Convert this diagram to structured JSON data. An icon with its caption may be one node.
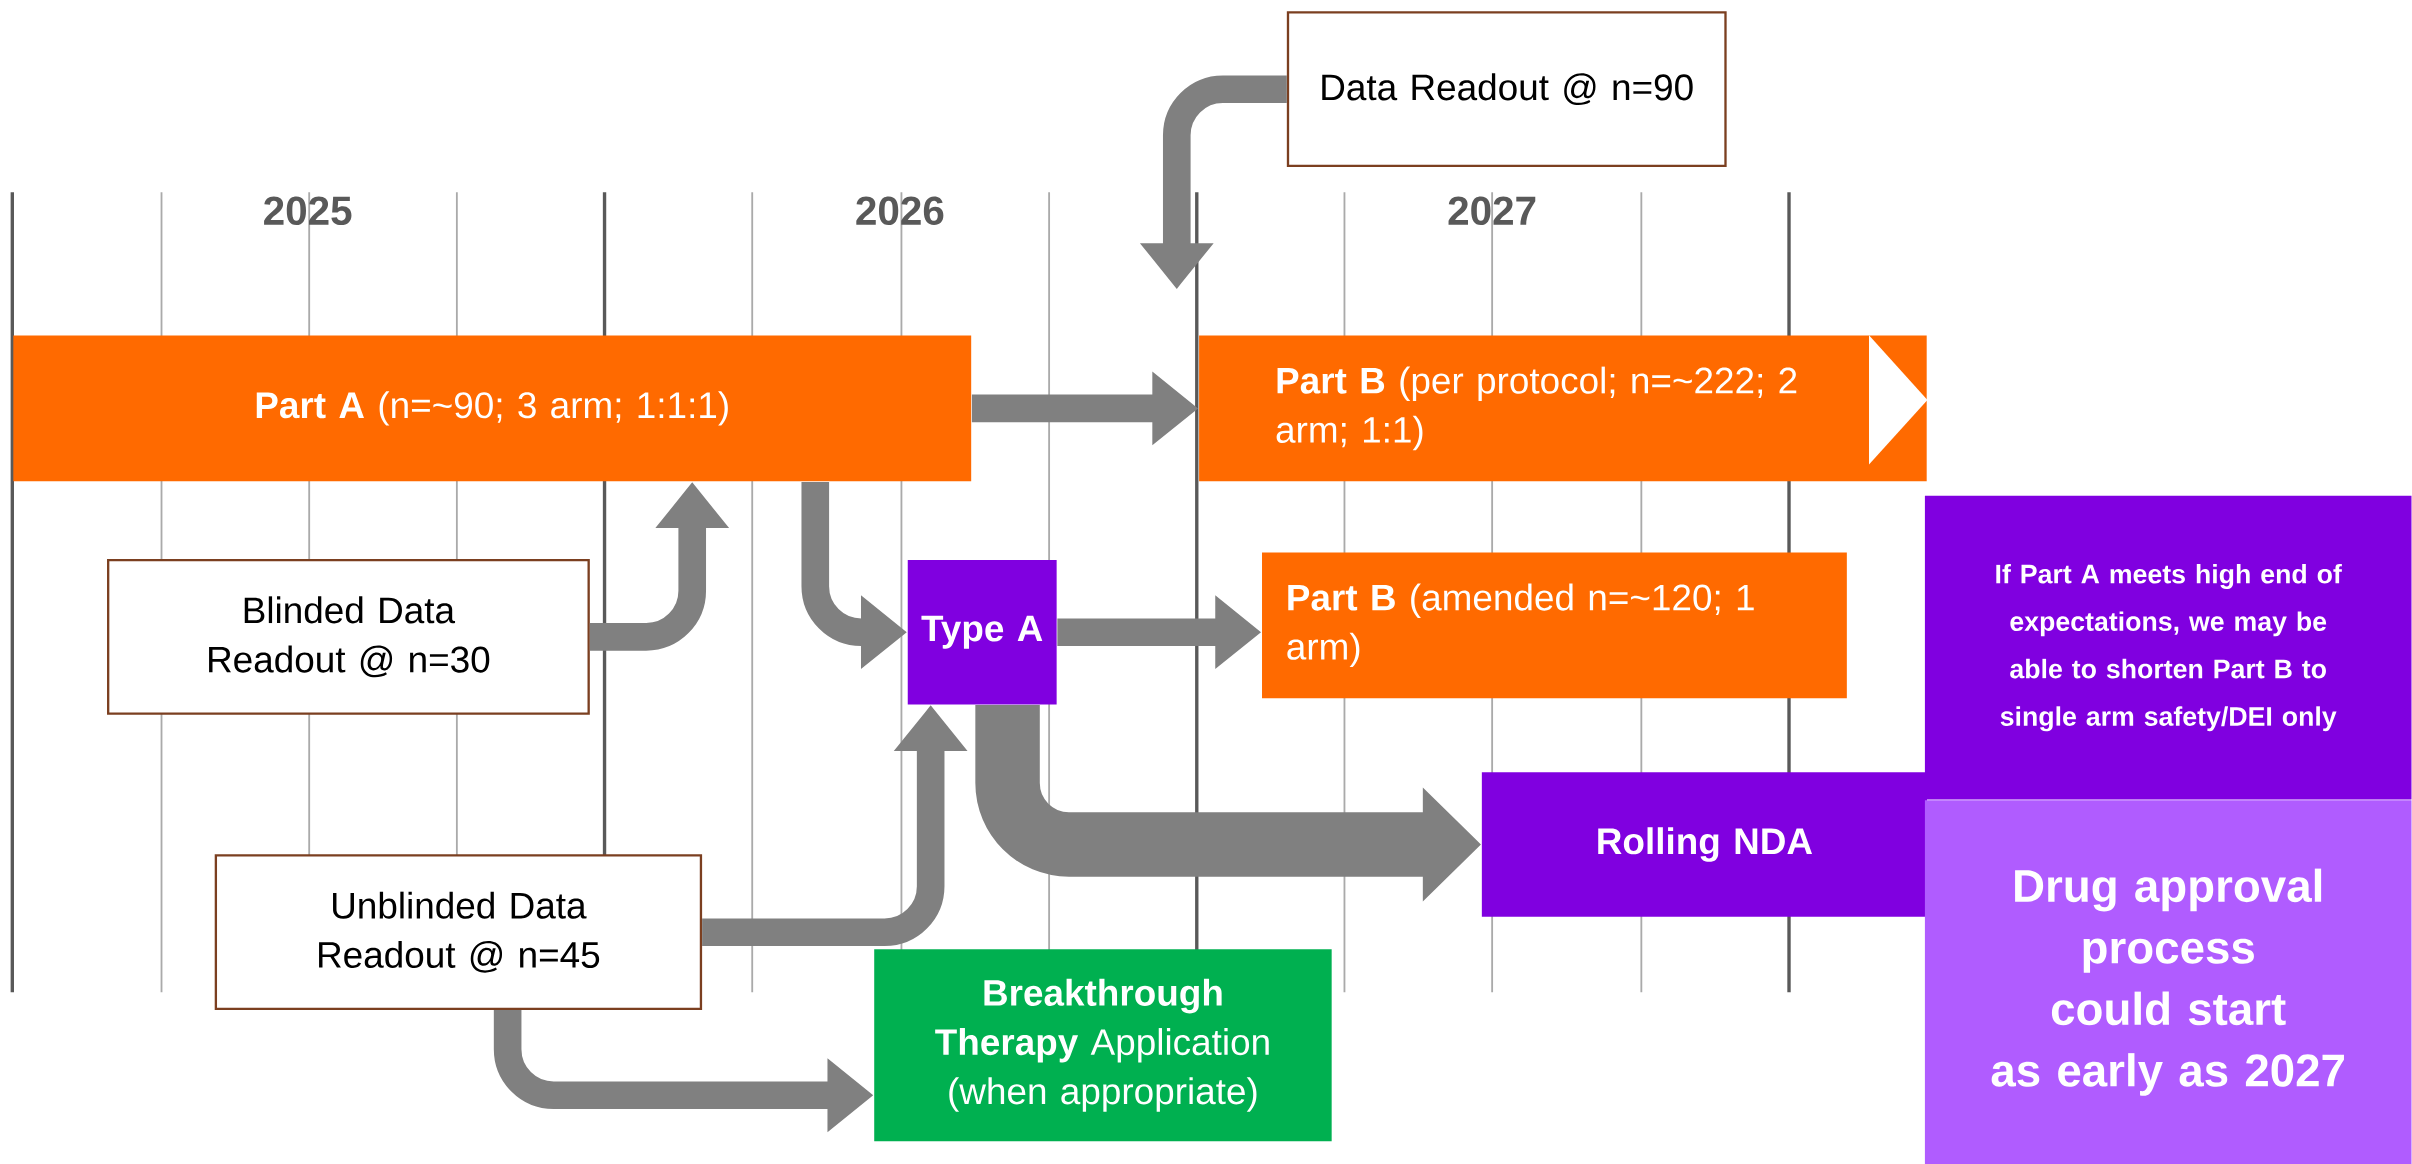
{
  "diagram": {
    "nodes": [
      {
        "text": [
          "**Part A** (n=~90; 3 arm; 1:1:1)"
        ]
      },
      {
        "text": [
          "**Part B** (per protocol; n=~222; 2 arm; 1:1)"
        ]
      },
      {
        "text": [
          "Data Readout @ n=90"
        ]
      },
      {
        "text": [
          "Blinded Data Readout @ n=30"
        ]
      },
      {
        "text": [
          "Type A"
        ]
      },
      {
        "text": [
          "**Part B** (amended n=~120; 1 arm)"
        ]
      },
      {
        "text": [
          "If Part A meets high end of expectations, we may be able to shorten Part B to single arm safety/DEI only"
        ]
      },
      {
        "text": [
          "Unblinded Data Readout @ n=45"
        ]
      },
      {
        "text": [
          "Rolling NDA"
        ]
      },
      {
        "text": [
          "Drug approval process could start as early as 2027"
        ]
      },
      {
        "text": [
          "**Breakthrough Therapy** Application (when appropriate)"
        ]
      }
    ],
    "edges": [
      {
        "from": 0,
        "to": 1,
        "arrow": "to"
      },
      {
        "from": 2,
        "to": null,
        "arrow": "to"
      },
      {
        "from": 0,
        "to": 4,
        "arrow": "to"
      },
      {
        "from": 3,
        "to": 0,
        "arrow": "to"
      },
      {
        "from": 7,
        "to": 4,
        "arrow": "to"
      },
      {
        "from": 4,
        "to": 5,
        "arrow": "to"
      },
      {
        "from": 4,
        "to": 8,
        "arrow": "to",
        "style": "thick"
      },
      {
        "from": 7,
        "to": 10,
        "arrow": "to"
      }
    ],
    "labels": [
      "2025",
      "2026",
      "2027"
    ]
  }
}
